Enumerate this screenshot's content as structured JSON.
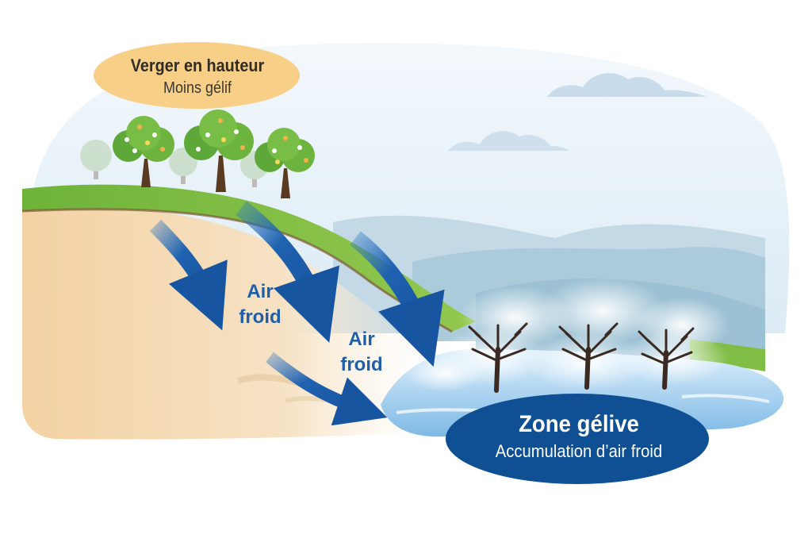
{
  "labels": {
    "high_orchard": {
      "title": "Verger en hauteur",
      "subtitle": "Moins gélif"
    },
    "air_flow_1": {
      "line1": "Air",
      "line2": "froid"
    },
    "air_flow_2": {
      "line1": "Air",
      "line2": "froid"
    },
    "frost_zone": {
      "title": "Zone gélive",
      "subtitle": "Accumulation d’air froid"
    }
  },
  "colors": {
    "sky": "#e3eef6",
    "grass": "#7fc044",
    "soil": "#f2d5a9",
    "arrow": "#1f5fa8",
    "frost_pool": "#cfe7f8",
    "frost_badge": "#0f4f94",
    "orchard_badge": "#f7cf86"
  },
  "icons": {
    "orchard_trees": "blossoming-tree-icon",
    "frost_trees": "bare-frosted-tree-icon",
    "clouds": "cloud-icon",
    "arrows": "cold-air-arrow-icon"
  }
}
